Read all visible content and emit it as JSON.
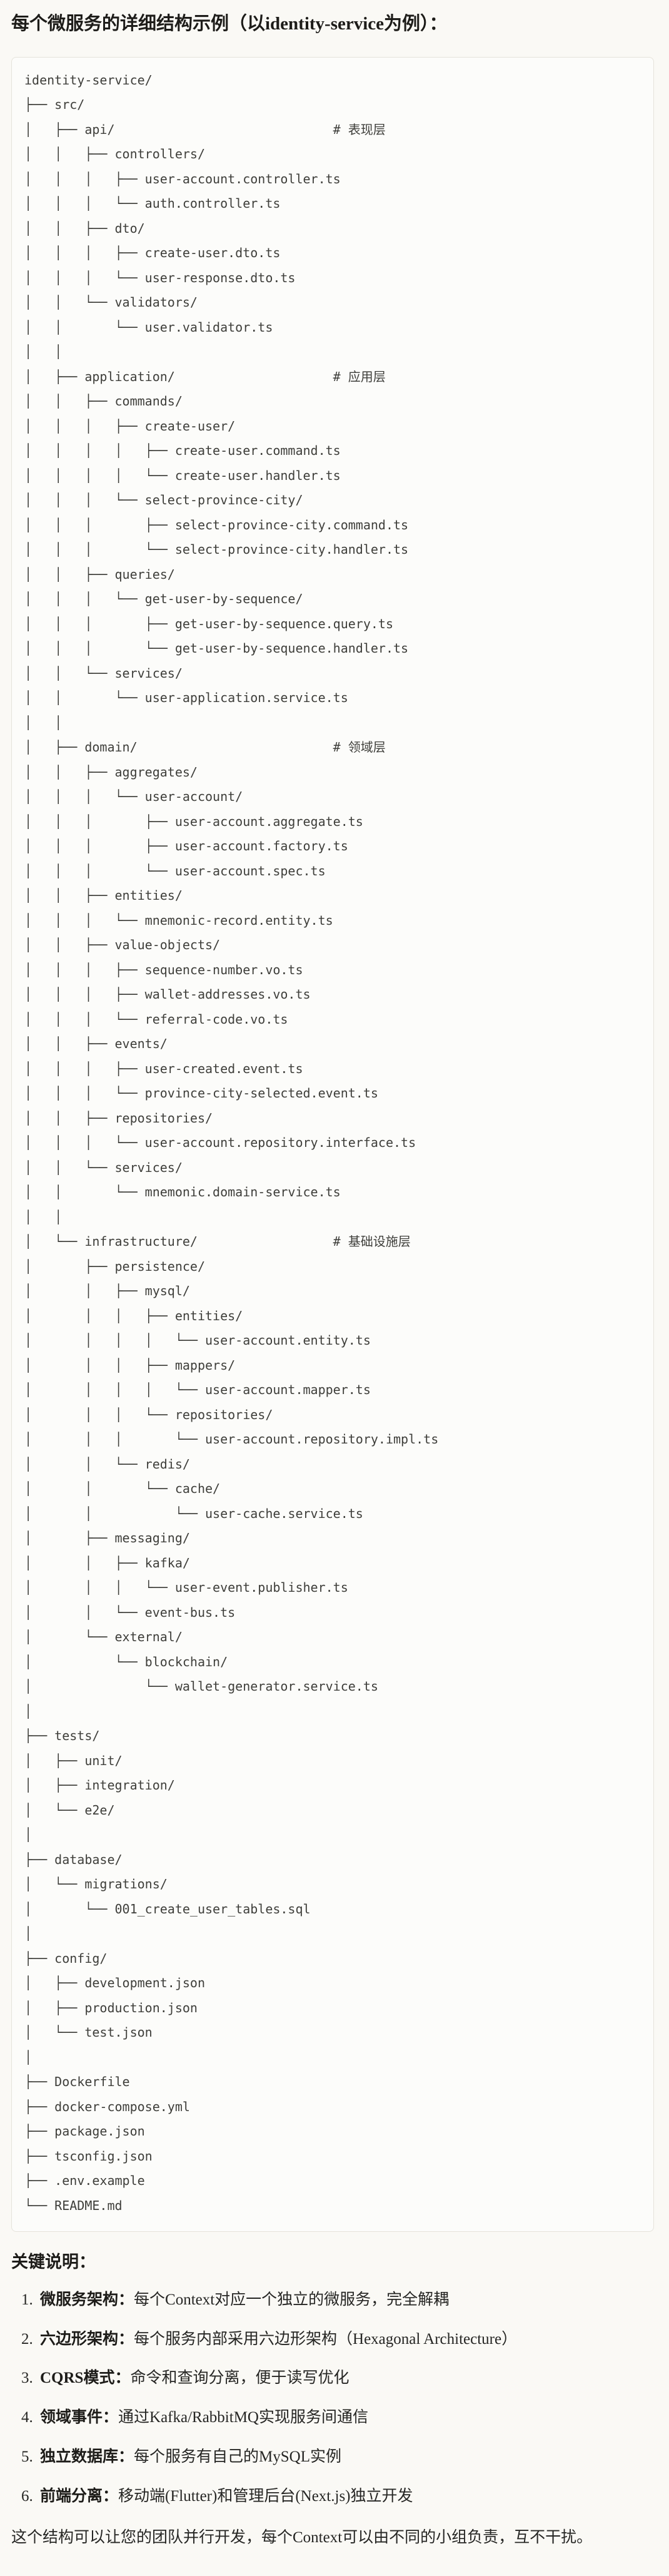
{
  "page": {
    "title": "每个微服务的详细结构示例（以identity-service为例）：",
    "notes_heading": "关键说明：",
    "closing": "这个结构可以让您的团队并行开发，每个Context可以由不同的小组负责，互不干扰。"
  },
  "colors": {
    "page_background": "#FAF9F5",
    "code_background": "#FCFCFA",
    "code_border": "#E5E3DB",
    "body_text": "#262624",
    "code_text": "#3E3E3A"
  },
  "code": {
    "lines": [
      "identity-service/",
      "├── src/",
      "│   ├── api/                             # 表现层",
      "│   │   ├── controllers/",
      "│   │   │   ├── user-account.controller.ts",
      "│   │   │   └── auth.controller.ts",
      "│   │   ├── dto/",
      "│   │   │   ├── create-user.dto.ts",
      "│   │   │   └── user-response.dto.ts",
      "│   │   └── validators/",
      "│   │       └── user.validator.ts",
      "│   │",
      "│   ├── application/                     # 应用层",
      "│   │   ├── commands/",
      "│   │   │   ├── create-user/",
      "│   │   │   │   ├── create-user.command.ts",
      "│   │   │   │   └── create-user.handler.ts",
      "│   │   │   └── select-province-city/",
      "│   │   │       ├── select-province-city.command.ts",
      "│   │   │       └── select-province-city.handler.ts",
      "│   │   ├── queries/",
      "│   │   │   └── get-user-by-sequence/",
      "│   │   │       ├── get-user-by-sequence.query.ts",
      "│   │   │       └── get-user-by-sequence.handler.ts",
      "│   │   └── services/",
      "│   │       └── user-application.service.ts",
      "│   │",
      "│   ├── domain/                          # 领域层",
      "│   │   ├── aggregates/",
      "│   │   │   └── user-account/",
      "│   │   │       ├── user-account.aggregate.ts",
      "│   │   │       ├── user-account.factory.ts",
      "│   │   │       └── user-account.spec.ts",
      "│   │   ├── entities/",
      "│   │   │   └── mnemonic-record.entity.ts",
      "│   │   ├── value-objects/",
      "│   │   │   ├── sequence-number.vo.ts",
      "│   │   │   ├── wallet-addresses.vo.ts",
      "│   │   │   └── referral-code.vo.ts",
      "│   │   ├── events/",
      "│   │   │   ├── user-created.event.ts",
      "│   │   │   └── province-city-selected.event.ts",
      "│   │   ├── repositories/",
      "│   │   │   └── user-account.repository.interface.ts",
      "│   │   └── services/",
      "│   │       └── mnemonic.domain-service.ts",
      "│   │",
      "│   └── infrastructure/                  # 基础设施层",
      "│       ├── persistence/",
      "│       │   ├── mysql/",
      "│       │   │   ├── entities/",
      "│       │   │   │   └── user-account.entity.ts",
      "│       │   │   ├── mappers/",
      "│       │   │   │   └── user-account.mapper.ts",
      "│       │   │   └── repositories/",
      "│       │   │       └── user-account.repository.impl.ts",
      "│       │   └── redis/",
      "│       │       └── cache/",
      "│       │           └── user-cache.service.ts",
      "│       ├── messaging/",
      "│       │   ├── kafka/",
      "│       │   │   └── user-event.publisher.ts",
      "│       │   └── event-bus.ts",
      "│       └── external/",
      "│           └── blockchain/",
      "│               └── wallet-generator.service.ts",
      "│",
      "├── tests/",
      "│   ├── unit/",
      "│   ├── integration/",
      "│   └── e2e/",
      "│",
      "├── database/",
      "│   └── migrations/",
      "│       └── 001_create_user_tables.sql",
      "│",
      "├── config/",
      "│   ├── development.json",
      "│   ├── production.json",
      "│   └── test.json",
      "│",
      "├── Dockerfile",
      "├── docker-compose.yml",
      "├── package.json",
      "├── tsconfig.json",
      "├── .env.example",
      "└── README.md"
    ]
  },
  "notes": [
    {
      "num": "1.",
      "term": "微服务架构：",
      "text": "每个Context对应一个独立的微服务，完全解耦"
    },
    {
      "num": "2.",
      "term": "六边形架构：",
      "text": "每个服务内部采用六边形架构（Hexagonal Architecture）"
    },
    {
      "num": "3.",
      "term": "CQRS模式：",
      "text": "命令和查询分离，便于读写优化"
    },
    {
      "num": "4.",
      "term": "领域事件：",
      "text": "通过Kafka/RabbitMQ实现服务间通信"
    },
    {
      "num": "5.",
      "term": "独立数据库：",
      "text": "每个服务有自己的MySQL实例"
    },
    {
      "num": "6.",
      "term": "前端分离：",
      "text": "移动端(Flutter)和管理后台(Next.js)独立开发"
    }
  ]
}
